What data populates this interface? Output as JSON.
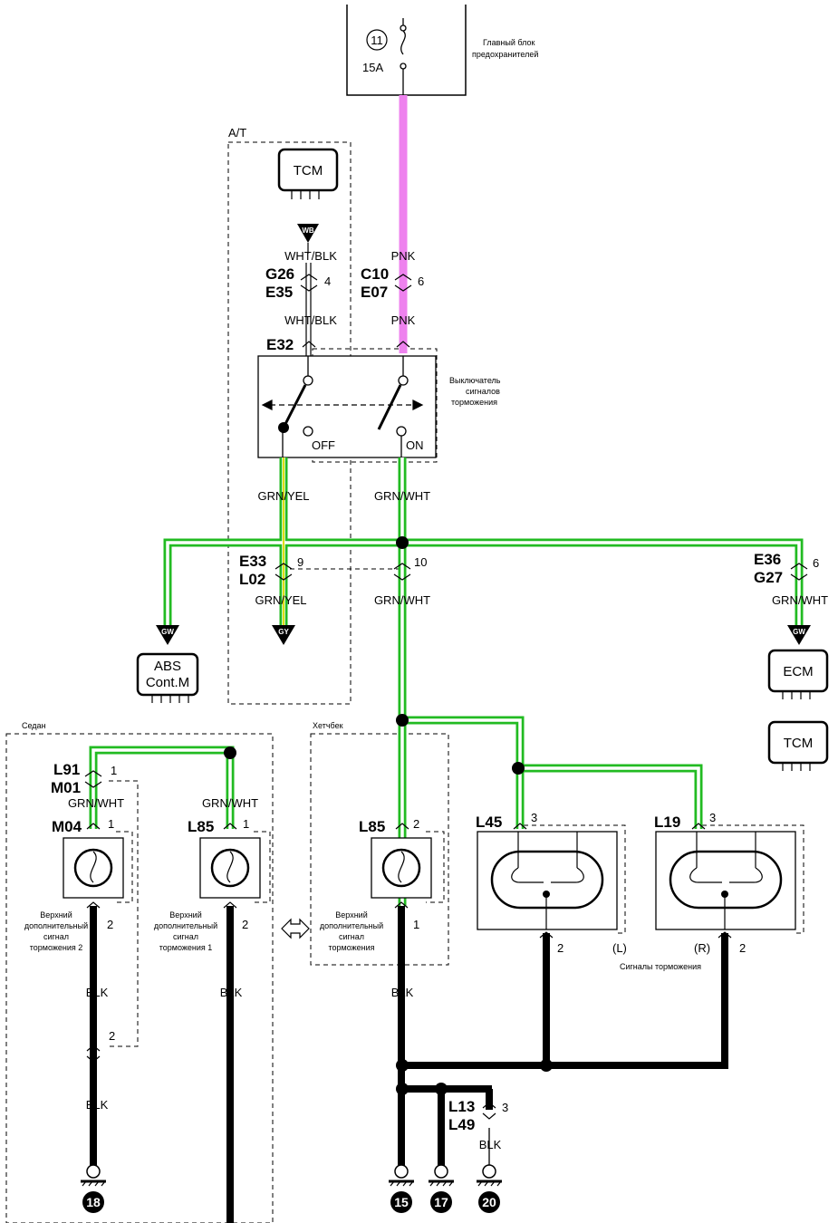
{
  "colors": {
    "pink_wire": "#ee82ee",
    "green_wire": "#22bb22",
    "black_wire": "#000000"
  },
  "fuse": {
    "number": "11",
    "rating": "15A",
    "label_line1": "Главный блок",
    "label_line2": "предохранителей"
  },
  "at_box": {
    "label": "A/T"
  },
  "tcm_module": {
    "label": "TCM"
  },
  "wb_badge": "WB",
  "wire_labels": {
    "wht_blk_top": "WHT/BLK",
    "wht_blk_bottom": "WHT/BLK",
    "pnk_top": "PNK",
    "pnk_bottom": "PNK",
    "grn_yel_top": "GRN/YEL",
    "grn_wht_top": "GRN/WHT",
    "grn_yel_bottom": "GRN/YEL",
    "grn_wht_mid": "GRN/WHT",
    "grn_wht_ecm": "GRN/WHT",
    "grn_wht_m01": "GRN/WHT",
    "grn_wht_l85": "GRN/WHT",
    "blk_m04": "BLK",
    "blk_m04_lower": "BLK",
    "blk_l85_left": "BLK",
    "blk_l85_center": "BLK",
    "blk_l13": "BLK"
  },
  "connectors": {
    "g26": "G26",
    "e35": "E35",
    "g26_pin": "4",
    "c10": "C10",
    "e07": "E07",
    "c10_pin": "6",
    "e32": "E32",
    "e33": "E33",
    "l02": "L02",
    "e33_pin": "9",
    "center_pin": "10",
    "e36": "E36",
    "g27": "G27",
    "e36_pin": "6",
    "l91": "L91",
    "m01": "M01",
    "l91_pin": "1",
    "m04": "M04",
    "m04_pin": "1",
    "m04_bottom_pin": "2",
    "m01_bottom_pin": "2",
    "l85_left": "L85",
    "l85_left_pin": "1",
    "l85_left_bottom_pin": "2",
    "l85_center": "L85",
    "l85_center_pin": "2",
    "l85_center_bottom_pin": "1",
    "l45": "L45",
    "l45_pin": "3",
    "l45_bottom_pin": "2",
    "l19": "L19",
    "l19_pin": "3",
    "l19_bottom_pin": "2",
    "l13": "L13",
    "l49": "L49",
    "l13_pin": "3"
  },
  "switch": {
    "label_line1": "Выключатель",
    "label_line2": "сигналов",
    "label_line3": "торможения",
    "off": "OFF",
    "on": "ON"
  },
  "badges": {
    "gw_left": "GW",
    "gy": "GY",
    "gw_right": "GW"
  },
  "modules": {
    "abs_line1": "ABS",
    "abs_line2": "Cont.M",
    "ecm": "ECM",
    "tcm_right": "TCM"
  },
  "regions": {
    "sedan": "Седан",
    "hatchback": "Хетчбек"
  },
  "lamps": {
    "lamp2_line1": "Верхний",
    "lamp2_line2": "дополнительный",
    "lamp2_line3": "сигнал",
    "lamp2_line4": "торможения 2",
    "lamp1_line1": "Верхний",
    "lamp1_line2": "дополнительный",
    "lamp1_line3": "сигнал",
    "lamp1_line4": "торможения 1",
    "lamp_hb_line1": "Верхний",
    "lamp_hb_line2": "дополнительный",
    "lamp_hb_line3": "сигнал",
    "lamp_hb_line4": "торможения",
    "left_side": "(L)",
    "right_side": "(R)",
    "stop_lamps": "Сигналы торможения"
  },
  "grounds": {
    "g18": "18",
    "g15": "15",
    "g17": "17",
    "g20": "20"
  }
}
